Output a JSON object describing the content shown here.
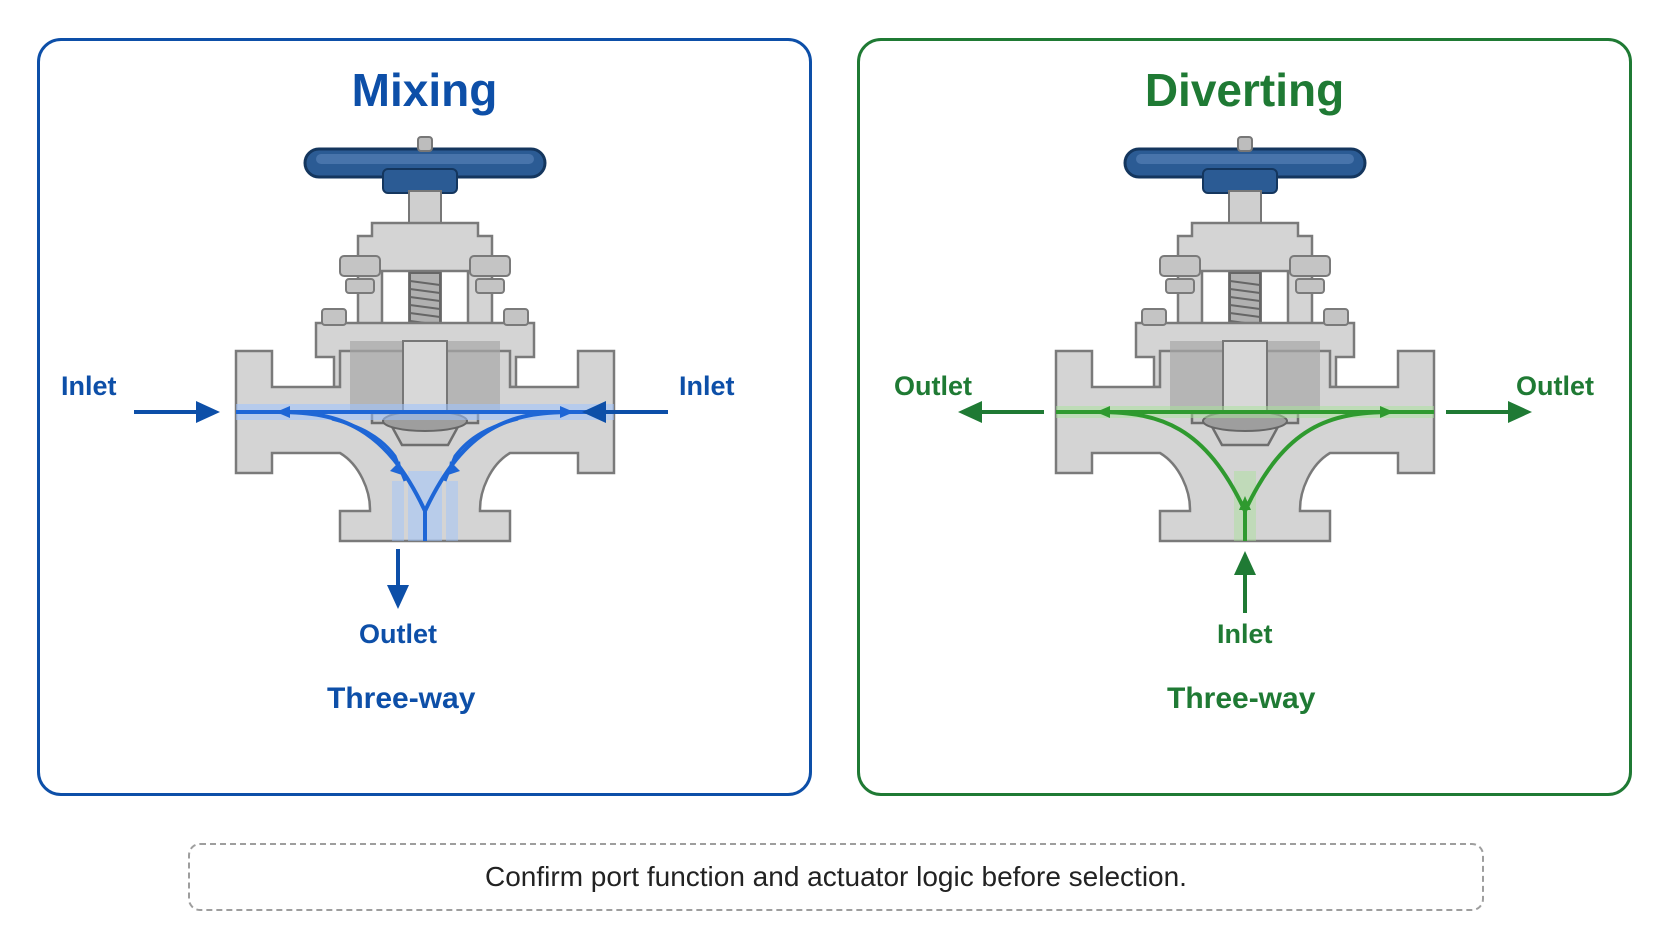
{
  "colors": {
    "mixing": "#0d4fa8",
    "diverting": "#1f7a34",
    "mixing_flow": "#1e66d6",
    "mixing_glow": "#9cc3ff",
    "diverting_flow": "#2f9a2f",
    "diverting_glow": "#a8e39a",
    "wheel": "#2b5b94",
    "metal": "#d4d4d4",
    "metal_dark": "#8a8a8a",
    "note_border": "#9e9e9e"
  },
  "mixing": {
    "title": "Mixing",
    "left_label": "Inlet",
    "right_label": "Inlet",
    "bottom_label": "Outlet",
    "subtitle": "Three-way"
  },
  "diverting": {
    "title": "Diverting",
    "left_label": "Outlet",
    "right_label": "Outlet",
    "bottom_label": "Inlet",
    "subtitle": "Three-way"
  },
  "note": "Confirm port function and actuator logic before selection."
}
